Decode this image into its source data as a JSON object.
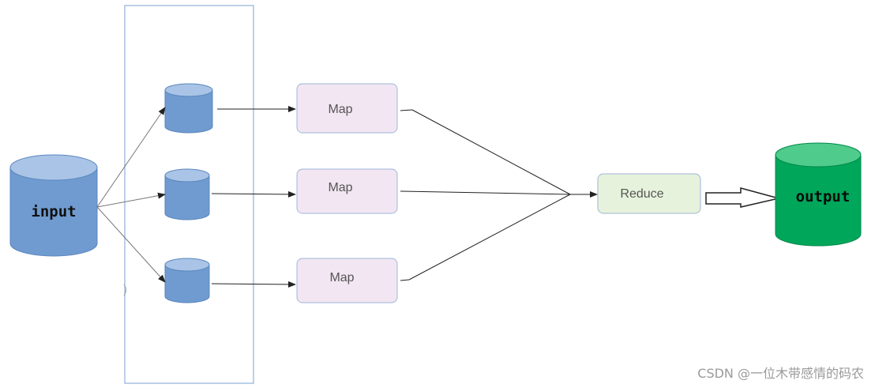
{
  "diagram": {
    "nodes": {
      "input": {
        "label": "input"
      },
      "splits": [
        {
          "id": "split-1"
        },
        {
          "id": "split-2"
        },
        {
          "id": "split-3"
        }
      ],
      "maps": [
        {
          "label": "Map"
        },
        {
          "label": "Map"
        },
        {
          "label": "Map"
        }
      ],
      "reduce": {
        "label": "Reduce"
      },
      "output": {
        "label": "output"
      }
    },
    "colors": {
      "input_fill": "#6f9bd0",
      "input_top": "#a9c4e6",
      "split_fill": "#6f9bd0",
      "split_top": "#a9c4e6",
      "map_fill": "#f2e6f2",
      "map_stroke": "#9fb6d9",
      "reduce_fill": "#e6f2dc",
      "reduce_stroke": "#9fb6d9",
      "output_fill": "#00a65a",
      "output_top": "#4fcb8b",
      "frame_stroke": "#8fb0d8",
      "line": "#222222"
    }
  },
  "watermark": "CSDN @一位木带感情的码农"
}
